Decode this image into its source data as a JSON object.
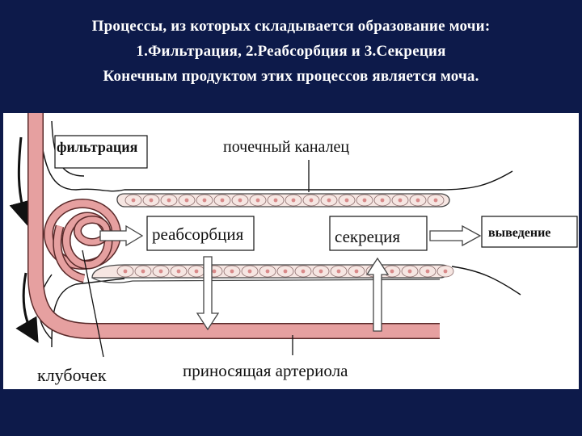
{
  "header": {
    "line1": "Процессы, из которых складывается образование мочи:",
    "line2": "1.Фильтрация, 2.Реабсорбция и 3.Секреция",
    "line3": "Конечным продуктом этих процессов является моча."
  },
  "diagram": {
    "labels": {
      "filtration": "фильтрация",
      "tubule": "почечный каналец",
      "reabsorption": "реабсорбция",
      "secretion": "секреция",
      "excretion": "выведение",
      "glomerulus": "клубочек",
      "arteriole": "приносящая артериола"
    },
    "colors": {
      "background": "#0d1a4a",
      "vessel": "#e6a0a0",
      "vessel_outline": "#5a2a2a",
      "tubule": "#f6e6e2",
      "cell_nucleus": "#d98a8a"
    }
  }
}
